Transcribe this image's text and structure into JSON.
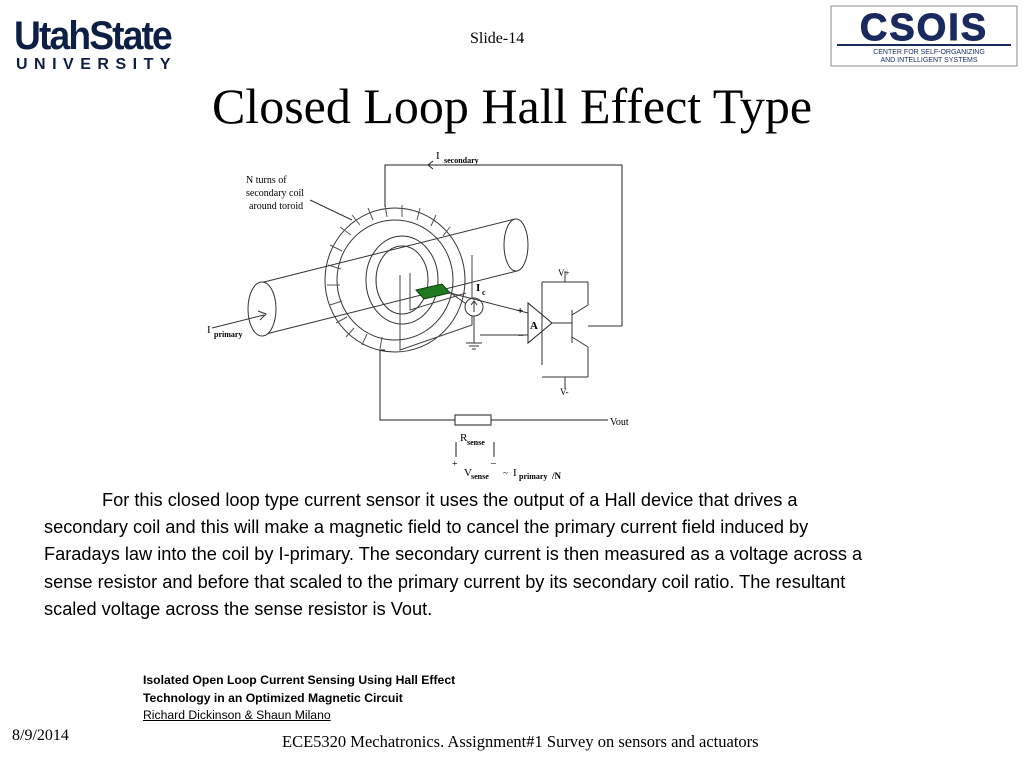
{
  "logo_left": {
    "name": "UtahState",
    "sub": "UNIVERSITY",
    "color": "#0e1f45"
  },
  "logo_right": {
    "name": "CSOIS",
    "line1": "CENTER FOR SELF-ORGANIZING",
    "line2": "AND INTELLIGENT SYSTEMS",
    "color": "#1a2a5e"
  },
  "slide_number": "Slide-14",
  "title": "Closed Loop Hall Effect Type",
  "diagram": {
    "coil_label_1": "N turns of",
    "coil_label_2": "secondary coil",
    "coil_label_3": "around toroid",
    "i_secondary_main": "I",
    "i_secondary_sub": "secondary",
    "i_primary_main": "I",
    "i_primary_sub": "primary",
    "ic_main": "I",
    "ic_sub": "c",
    "amp_label": "A",
    "plus_sign": "+",
    "minus_sign": "–",
    "v_plus": "V+",
    "v_minus": "V-",
    "vout": "Vout",
    "rsense_main": "R",
    "rsense_sub": "sense",
    "vsense_main": "V",
    "vsense_sub": "sense",
    "approx": "~",
    "ratio_main": "I",
    "ratio_sub": "primary",
    "ratio_tail": "/N",
    "hall_color": "#1f7a1f"
  },
  "body_text": "For this closed loop type current sensor it uses the output of a Hall device that drives a secondary coil and this will make a magnetic field to cancel the primary current field induced by Faradays law into the coil by I-primary. The secondary current is then measured as a voltage across a sense resistor and before that scaled to the primary current by its secondary coil ratio.  The resultant scaled voltage across the sense resistor is Vout.",
  "reference": {
    "line1": "Isolated Open Loop Current Sensing Using Hall Effect",
    "line2": "Technology in an Optimized Magnetic Circuit",
    "authors": "Richard Dickinson & Shaun Milano"
  },
  "date": "8/9/2014",
  "footer": "ECE5320 Mechatronics. Assignment#1 Survey on sensors and actuators"
}
